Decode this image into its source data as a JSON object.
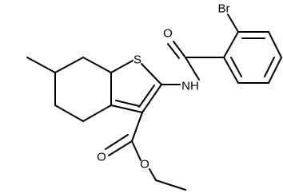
{
  "molecule": {
    "atom_labels": {
      "bromine": "Br",
      "carbonyl_oxygen_amide": "O",
      "amide_nitrogen": "NH",
      "thiophene_sulfur": "S",
      "ester_carbonyl_oxygen": "O",
      "ester_ether_oxygen": "O"
    }
  },
  "colors": {
    "bond": "#000000",
    "label": "#000000",
    "background": "#ffffff"
  }
}
